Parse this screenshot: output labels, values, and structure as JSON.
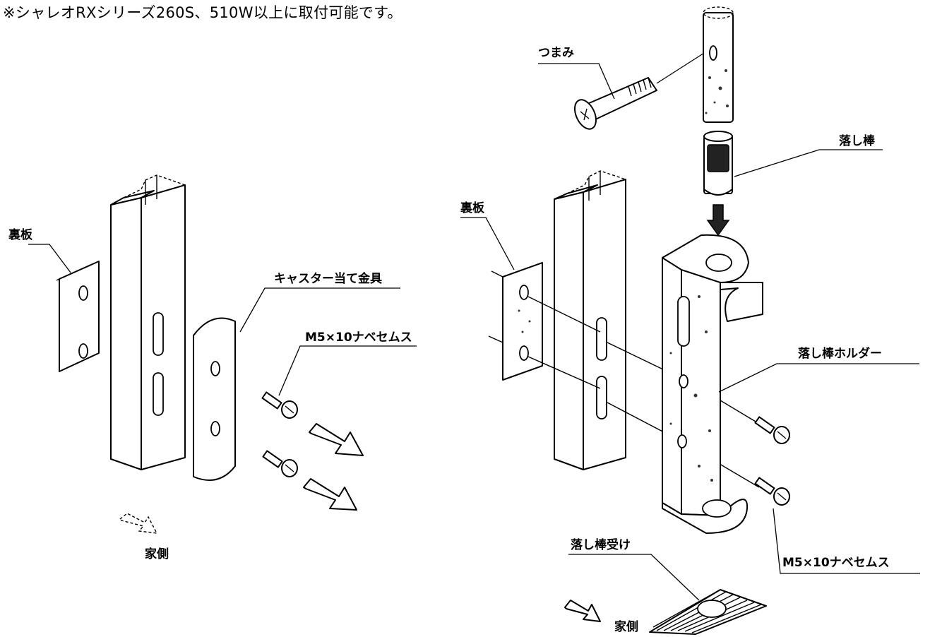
{
  "note": "※シャレオRXシリーズ260S、510W以上に取付可能です。",
  "left_assembly": {
    "back_plate_label": "裏板",
    "caster_stopper_label": "キャスター当て金具",
    "screw_label": "M5×10ナベセムス",
    "house_side_label": "家側"
  },
  "right_assembly": {
    "knob_label": "つまみ",
    "drop_rod_label": "落し棒",
    "back_plate_label": "裏板",
    "holder_label": "落し棒ホルダー",
    "screw_label": "M5×10ナベセムス",
    "receiver_label": "落し棒受け",
    "house_side_label": "家側"
  }
}
